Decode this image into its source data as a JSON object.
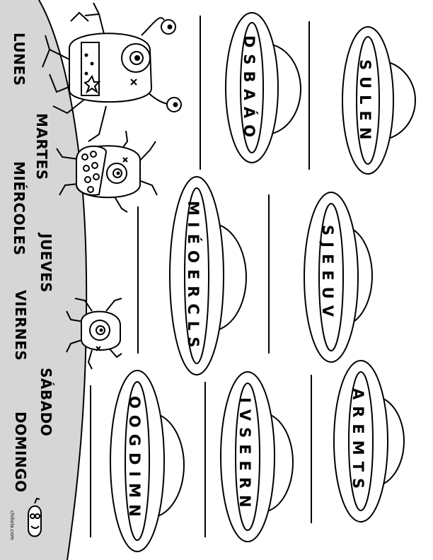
{
  "days": [
    "LUNES",
    "MARTES",
    "MIÉRCOLES",
    "JUEVES",
    "VIERNES",
    "SÁBADO",
    "DOMINGO"
  ],
  "scrambled": {
    "s1": "SULEN",
    "s2": "DSBAÁO",
    "s3": "SJEEUV",
    "s4": "MIÉOERCLS",
    "s5": "AREMTS",
    "s6": "IVSEERN",
    "s7": "OOGDIMN"
  },
  "credit": "chiliola.com",
  "colors": {
    "ink": "#000000",
    "band": "#d6d6d6",
    "paper": "#ffffff"
  }
}
